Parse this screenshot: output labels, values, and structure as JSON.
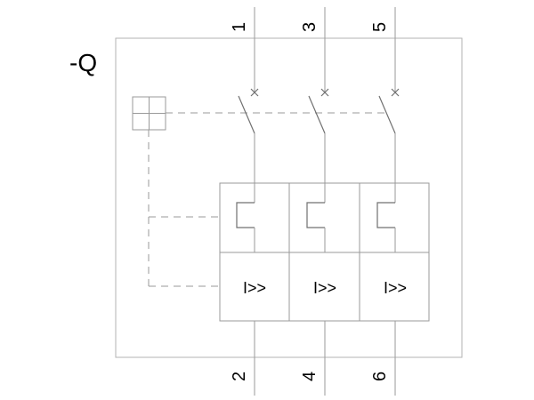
{
  "designation": "-Q",
  "terminals": {
    "top": [
      "1",
      "3",
      "5"
    ],
    "bottom": [
      "2",
      "4",
      "6"
    ]
  },
  "release_labels": [
    "I>>",
    "I>>",
    "I>>"
  ],
  "colors": {
    "frame": "#b3b3b3",
    "wire": "#9a9a9a",
    "text": "#000000"
  }
}
